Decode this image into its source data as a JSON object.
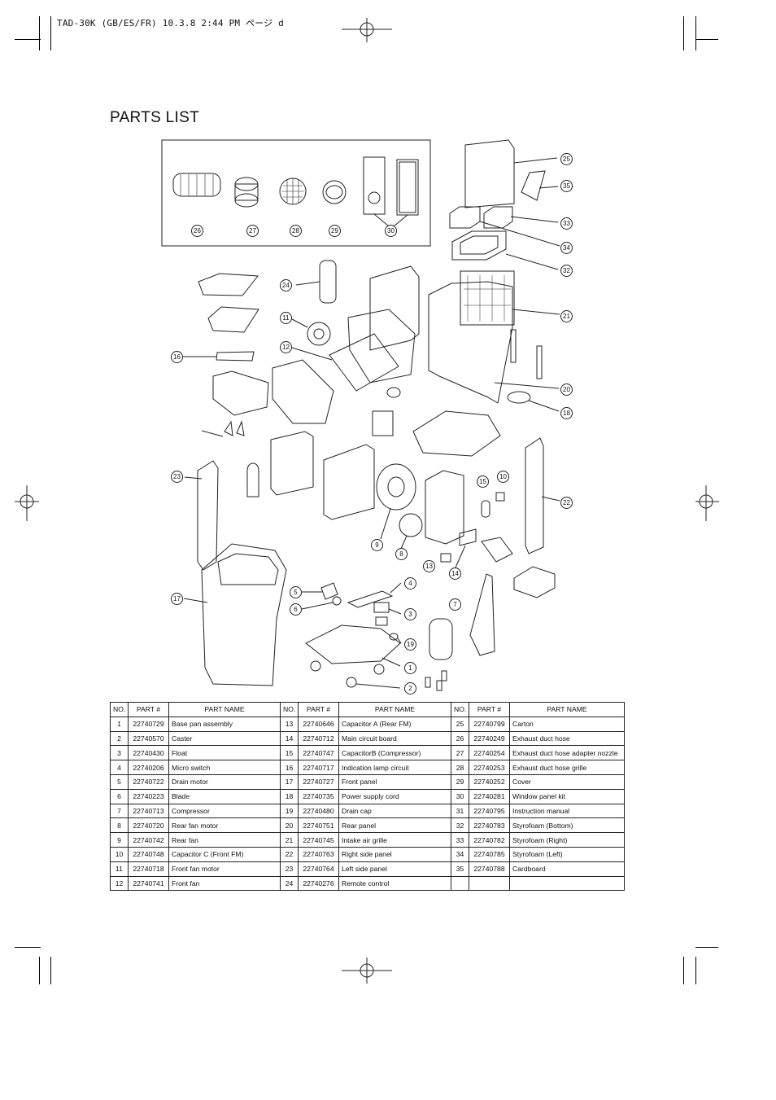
{
  "header": {
    "file_line": "TAD-30K (GB/ES/FR)  10.3.8 2:44 PM  ページ d"
  },
  "page_title": "PARTS LIST",
  "diagram": {
    "callouts": [
      "1",
      "2",
      "3",
      "4",
      "5",
      "6",
      "7",
      "8",
      "9",
      "10",
      "11",
      "12",
      "13",
      "14",
      "15",
      "16",
      "17",
      "18",
      "19",
      "20",
      "21",
      "22",
      "23",
      "24",
      "25",
      "26",
      "27",
      "28",
      "29",
      "30",
      "32",
      "33",
      "34",
      "35"
    ]
  },
  "table": {
    "headers": [
      "NO.",
      "PART #",
      "PART NAME",
      "NO.",
      "PART #",
      "PART NAME",
      "NO.",
      "PART #",
      "PART NAME"
    ],
    "rows": [
      [
        "1",
        "22740729",
        "Base pan assembly",
        "13",
        "22740646",
        "Capacitor A (Rear FM)",
        "25",
        "22740799",
        "Carton"
      ],
      [
        "2",
        "22740570",
        "Caster",
        "14",
        "22740712",
        "Main circuit board",
        "26",
        "22740249",
        "Exhaust duct hose"
      ],
      [
        "3",
        "22740430",
        "Float",
        "15",
        "22740747",
        "CapacitorB (Compressor)",
        "27",
        "22740254",
        "Exhaust duct hose adapter nozzle"
      ],
      [
        "4",
        "22740206",
        "Micro switch",
        "16",
        "22740717",
        "Indication lamp circuit",
        "28",
        "22740253",
        "Exhaust duct hose grille"
      ],
      [
        "5",
        "22740722",
        "Drain motor",
        "17",
        "22740727",
        "Front panel",
        "29",
        "22740252",
        "Cover"
      ],
      [
        "6",
        "22740223",
        "Blade",
        "18",
        "22740735",
        "Power supply cord",
        "30",
        "22740281",
        "Window panel kit"
      ],
      [
        "7",
        "22740713",
        "Compressor",
        "19",
        "22740480",
        "Drain cap",
        "31",
        "22740795",
        "Instruction manual"
      ],
      [
        "8",
        "22740720",
        "Rear fan motor",
        "20",
        "22740751",
        "Rear panel",
        "32",
        "22740783",
        "Styrofoam (Bottom)"
      ],
      [
        "9",
        "22740742",
        "Rear fan",
        "21",
        "22740745",
        "Intake air grille",
        "33",
        "22740782",
        "Styrofoam (Right)"
      ],
      [
        "10",
        "22740748",
        "Capacitor C (Front FM)",
        "22",
        "22740763",
        "Right side panel",
        "34",
        "22740785",
        "Styrofoam (Left)"
      ],
      [
        "11",
        "22740718",
        "Front fan motor",
        "23",
        "22740764",
        "Left side panel",
        "35",
        "22740788",
        "Cardboard"
      ],
      [
        "12",
        "22740741",
        "Front fan",
        "24",
        "22740276",
        "Remote control",
        "",
        "",
        ""
      ]
    ]
  }
}
